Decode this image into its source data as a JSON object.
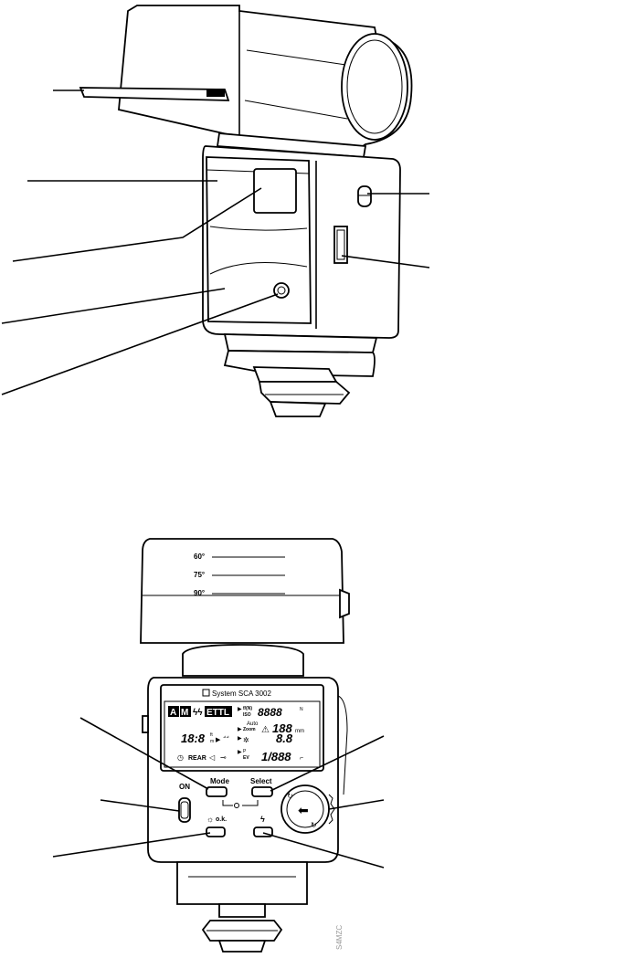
{
  "zoom_scale": {
    "angles": [
      "60°",
      "75°",
      "90°"
    ]
  },
  "lcd": {
    "brand": "System SCA 3002",
    "mode_a": "A",
    "mode_m": "M",
    "mode_ettl": "ETTL",
    "f_iso": "f/(N)",
    "iso": "ISO",
    "n_mark": "N",
    "digits_top": "8888",
    "auto": "Auto",
    "zoom": "Zoom",
    "digits_zoom": "188",
    "mm": "mm",
    "digits_left": "18:8",
    "ft": "ft",
    "m": "m",
    "digits_mid": "8.8",
    "p": "P",
    "ev": "EV",
    "rear": "REAR",
    "digits_bottom": "1/888"
  },
  "buttons": {
    "mode": "Mode",
    "select": "Select",
    "on": "ON",
    "ok": "o.k.",
    "flash": "ϟ"
  },
  "watermark": "S4MZC"
}
